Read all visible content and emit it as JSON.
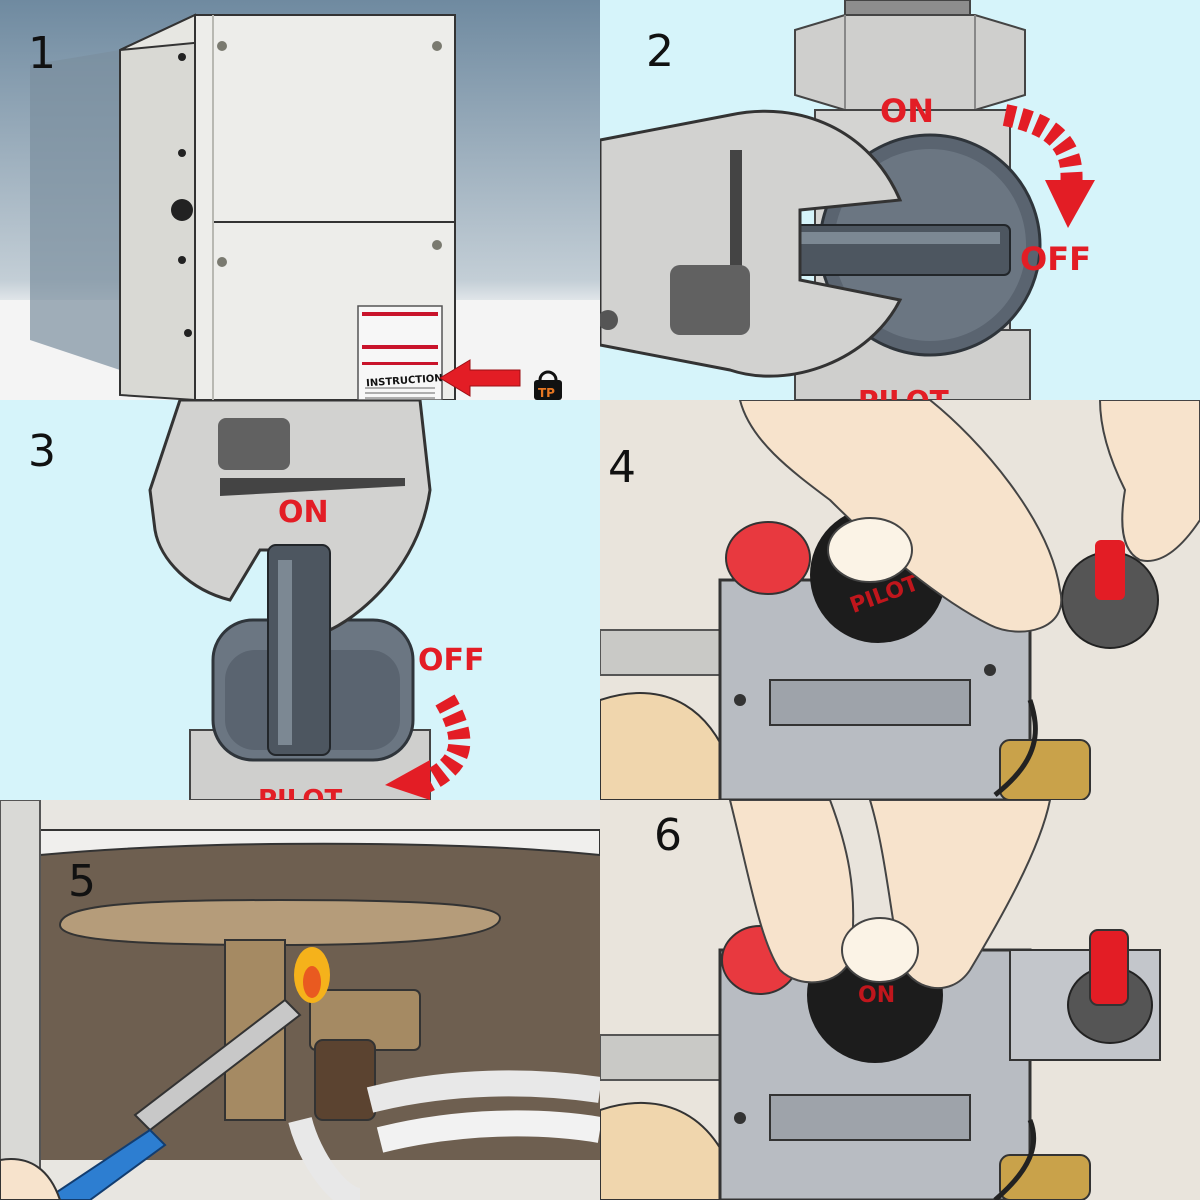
{
  "steps": [
    {
      "number": "1",
      "labels": {
        "instruction": "INSTRUCTION",
        "logo": "TP"
      }
    },
    {
      "number": "2",
      "labels": {
        "on": "ON",
        "off": "OFF",
        "pilot": "PILOT"
      }
    },
    {
      "number": "3",
      "labels": {
        "on": "ON",
        "off": "OFF",
        "pilot": "PILOT"
      }
    },
    {
      "number": "4",
      "labels": {
        "pilot": "PILOT"
      }
    },
    {
      "number": "5",
      "labels": {}
    },
    {
      "number": "6",
      "labels": {
        "on": "ON"
      }
    }
  ],
  "colors": {
    "accent_red": "#e31d25",
    "sky_blue": "#d6f4fa",
    "metal_gray": "#d4d4d2",
    "dark_gray": "#5a6470",
    "skin": "#f7e3cc",
    "brass": "#a58a63",
    "flame": "#f5b21b",
    "lighter_blue": "#2d7ed1"
  }
}
